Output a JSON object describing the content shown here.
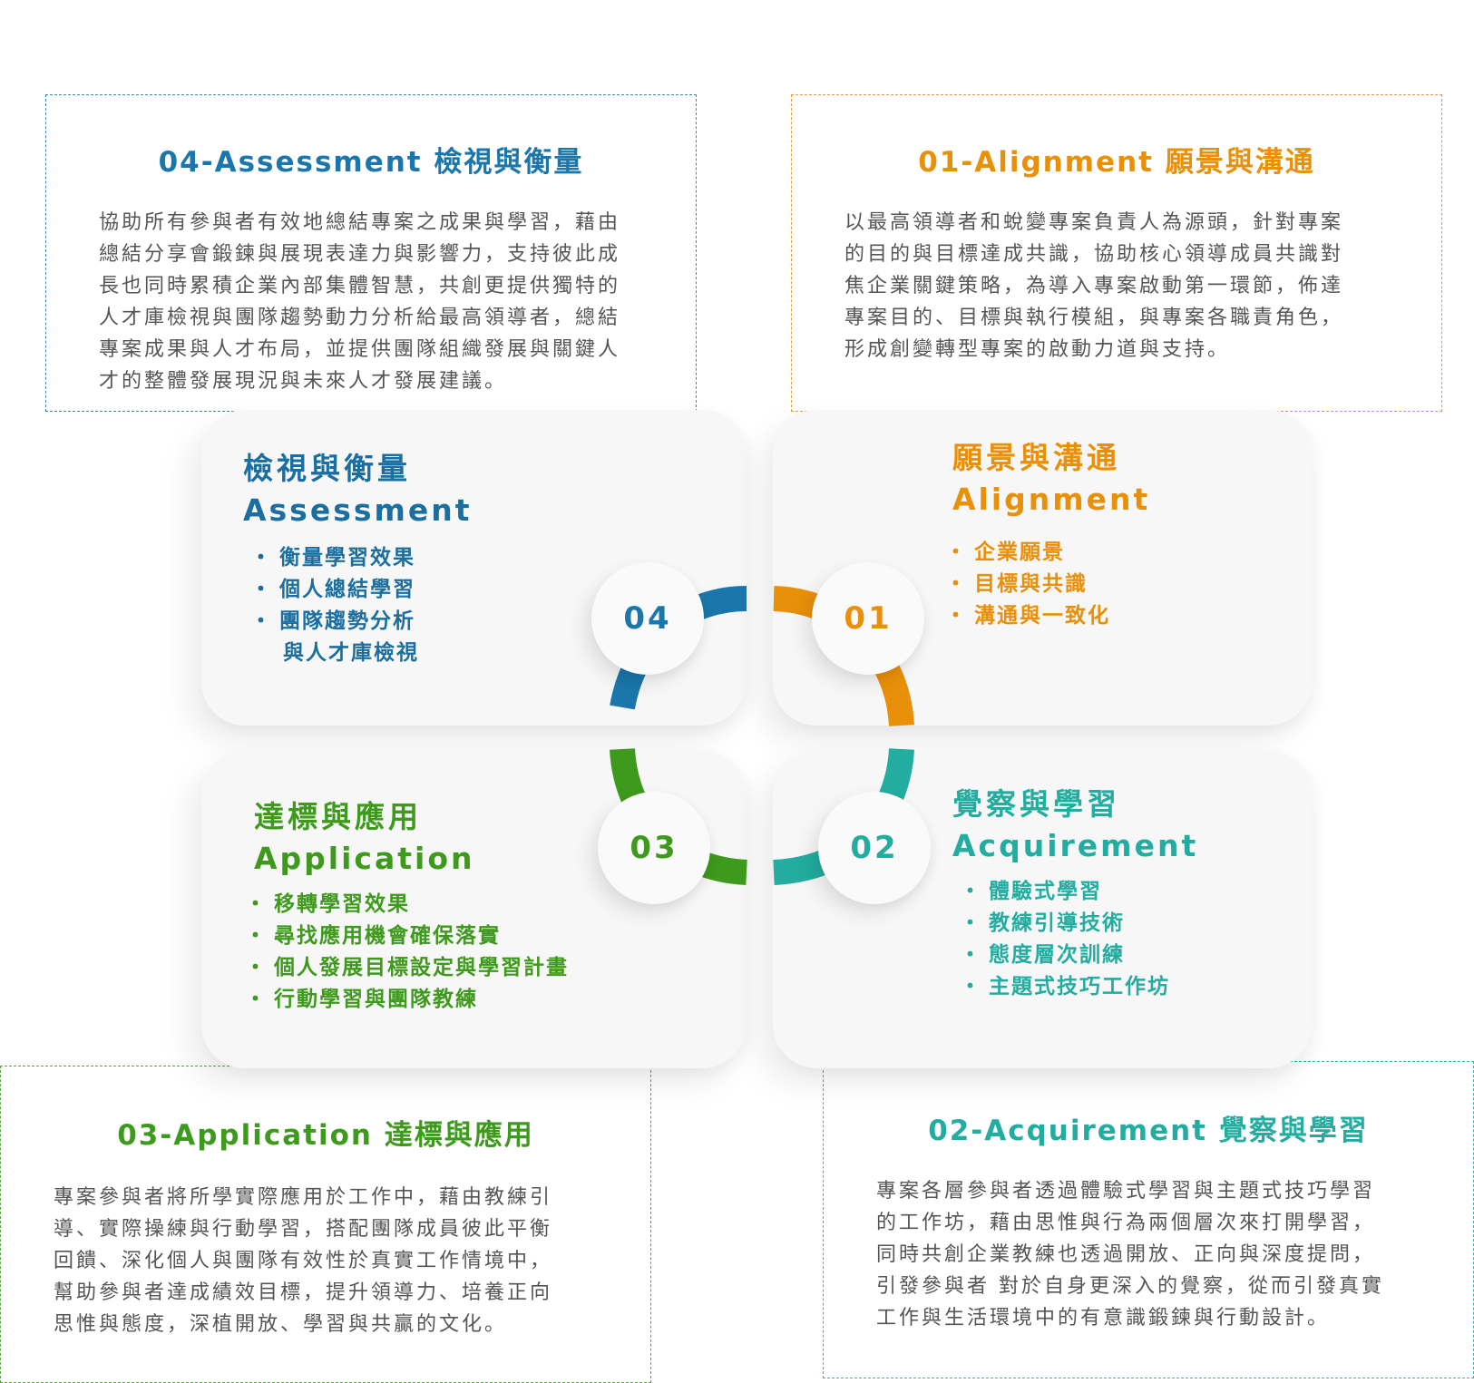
{
  "colors": {
    "assessment": "#1b77ab",
    "alignment": "#e9900a",
    "application": "#3e9a1c",
    "acquirement": "#22ada0"
  },
  "boxes": {
    "assessment": {
      "title": "04-Assessment 檢視與衡量",
      "lines": [
        "協助所有參與者有效地總結專案之成果與學習，藉由",
        "總結分享會鍛鍊與展現表達力與影響力，支持彼此成",
        "長也同時累積企業內部集體智慧，共創更提供獨特的",
        "人才庫檢視與團隊趨勢動力分析給最高領導者，總結",
        "專案成果與人才布局，並提供團隊組織發展與關鍵人",
        "才的整體發展現況與未來人才發展建議。"
      ]
    },
    "alignment": {
      "title": "01-Alignment 願景與溝通",
      "lines": [
        "以最高領導者和蛻變專案負責人為源頭，針對專案",
        "的目的與目標達成共識，協助核心領導成員共識對",
        "焦企業關鍵策略，為導入專案啟動第一環節，佈達",
        "專案目的、目標與執行模組，與專案各職責角色，",
        "形成創變轉型專案的啟動力道與支持。"
      ]
    },
    "application": {
      "title": "03-Application 達標與應用",
      "lines": [
        "專案參與者將所學實際應用於工作中，藉由教練引",
        "導、實際操練與行動學習，搭配團隊成員彼此平衡",
        "回饋、深化個人與團隊有效性於真實工作情境中，",
        "幫助參與者達成績效目標，提升領導力、培養正向",
        "思惟與態度，深植開放、學習與共贏的文化。"
      ]
    },
    "acquirement": {
      "title": "02-Acquirement 覺察與學習",
      "lines": [
        "專案各層參與者透過體驗式學習與主題式技巧學習",
        "的工作坊，藉由思惟與行為兩個層次來打開學習，",
        "同時共創企業教練也透過開放、正向與深度提問，",
        "引發參與者 對於自身更深入的覺察，從而引發真實",
        "工作與生活環境中的有意識鍛鍊與行動設計。"
      ]
    }
  },
  "cards": {
    "assessment": {
      "title": "檢視與衡量",
      "subtitle": "Assessment",
      "items": [
        "衡量學習效果",
        "個人總結學習",
        "團隊趨勢分析",
        "與人才庫檢視"
      ]
    },
    "alignment": {
      "title": "願景與溝通",
      "subtitle": "Alignment",
      "items": [
        "企業願景",
        "目標與共識",
        "溝通與一致化"
      ]
    },
    "application": {
      "title": "達標與應用",
      "subtitle": "Application",
      "items": [
        "移轉學習效果",
        "尋找應用機會確保落實",
        "個人發展目標設定與學習計畫",
        "行動學習與團隊教練"
      ]
    },
    "acquirement": {
      "title": "覺察與學習",
      "subtitle": "Acquirement",
      "items": [
        "體驗式學習",
        "教練引導技術",
        "態度層次訓練",
        "主題式技巧工作坊"
      ]
    }
  },
  "numbers": {
    "n04": "04",
    "n01": "01",
    "n03": "03",
    "n02": "02"
  }
}
